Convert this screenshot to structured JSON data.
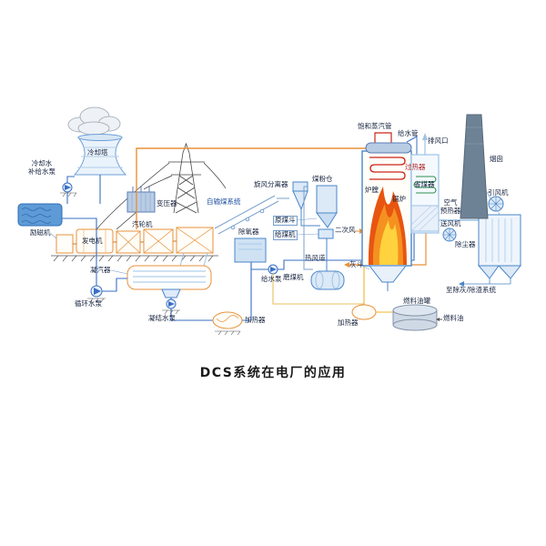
{
  "caption": "DCS系统在电厂的应用",
  "colors": {
    "line_blue": "#3a6fc4",
    "light_blue": "#9dc3e6",
    "shape_fill": "#dce9f7",
    "orange": "#e8913a",
    "flame_red": "#e85510",
    "flame_yellow": "#ffd23e",
    "coil_red": "#cc2418",
    "label_dark": "#16233f"
  },
  "labels": {
    "cooling_tower": "冷却塔",
    "makeup_pump_line1": "冷却水",
    "makeup_pump_line2": "补给水泵",
    "transformer": "变压器",
    "exciter": "励磁机",
    "generator": "发电机",
    "steam_turbine": "汽轮机",
    "condenser": "凝汽器",
    "circulating_pump": "循环水泵",
    "condensate_pump": "凝结水泵",
    "lp_heater": "加热器",
    "deaerator": "除氧器",
    "feedwater_pump": "给水泵",
    "coal_conveying_system": "自输煤系统",
    "cyclone_separator": "旋风分离器",
    "coal_bunker": "煤粉仓",
    "raw_coal_hopper": "原煤斗",
    "coal_feeder": "给煤机",
    "secondary_air": "二次风",
    "hot_air_duct": "热风道",
    "coal_mill": "磨煤机",
    "ash_hopper": "灰斗",
    "furnace": "炉膛",
    "boiler": "锅炉",
    "superheater": "过热器",
    "economizer": "省煤器",
    "saturated_steam_pipe": "饱和蒸汽管",
    "feedwater_pipe": "给水管",
    "air_outlet": "排风口",
    "chimney": "烟囱",
    "induced_draft_fan": "引风机",
    "air_preheater_line1": "空气",
    "air_preheater_line2": "预热器",
    "forced_draft_fan": "送风机",
    "dust_collector": "除尘器",
    "to_ash_slag_system": "至除灰/除渣系统",
    "fuel_oil_tank": "燃料油罐",
    "fuel_oil": "燃料油",
    "oil_heater": "加热器"
  }
}
